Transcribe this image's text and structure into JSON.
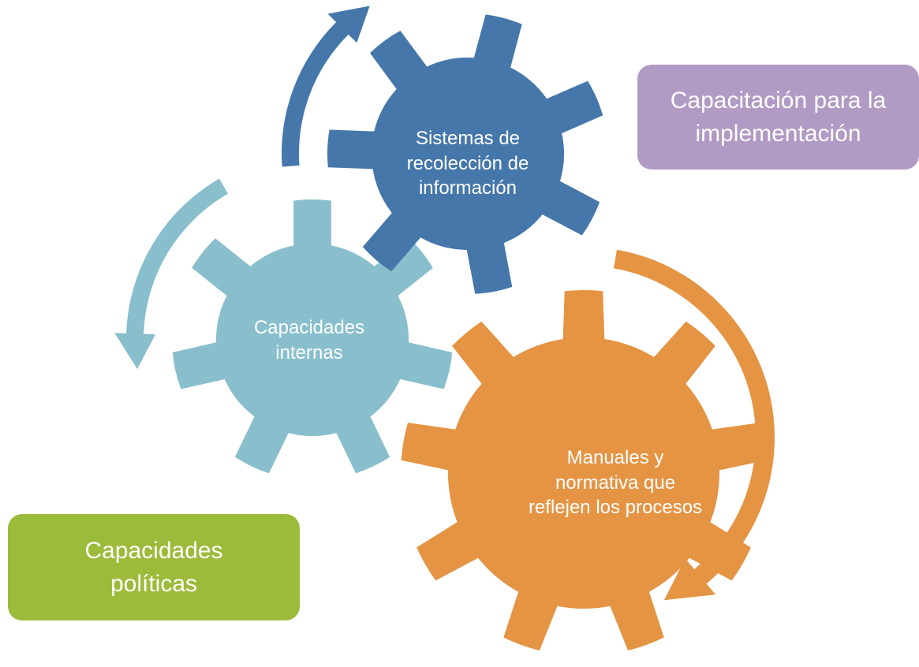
{
  "colors": {
    "blue_gear": "#4677AA",
    "teal_gear": "#89BFCD",
    "orange_gear": "#E49443",
    "purple_box": "#B19AC3",
    "green_box": "#9CBB3A",
    "text": "#FFFFFF"
  },
  "gears": {
    "blue": {
      "line1": "Sistemas de",
      "line2": "recolección de",
      "line3": "información"
    },
    "teal": {
      "line1": "Capacidades",
      "line2": "internas"
    },
    "orange": {
      "line1": "Manuales y",
      "line2": "normativa que",
      "line3": "reflejen los procesos"
    }
  },
  "callouts": {
    "purple": {
      "line1": "Capacitación para la",
      "line2": "implementación"
    },
    "green": {
      "line1": "Capacidades",
      "line2": "políticas"
    }
  }
}
